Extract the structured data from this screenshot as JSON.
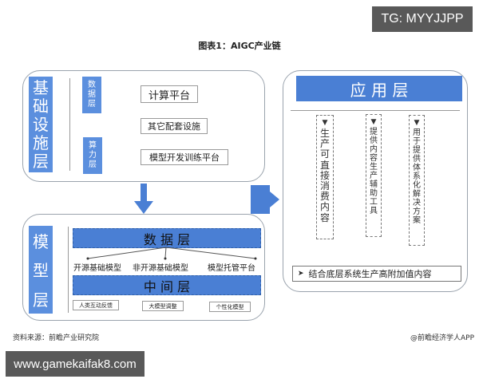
{
  "overlay": {
    "top_right_tag": "TG: MYYJJPP",
    "bottom_left_tag": "www.gamekaifak8.com"
  },
  "figure": {
    "title": "图表1：AIGC产业链",
    "source": "资料来源：前瞻产业研究院",
    "credit": "@前瞻经济学人APP"
  },
  "infrastructure": {
    "label": [
      "基",
      "础",
      "设",
      "施",
      "层"
    ],
    "sub_labels": [
      {
        "chars": [
          "数",
          "据",
          "层"
        ]
      },
      {
        "chars": [
          "算",
          "力",
          "层"
        ]
      }
    ],
    "items": [
      "计算平台",
      "其它配套设施",
      "模型开发训练平台"
    ]
  },
  "model": {
    "label": [
      "模",
      "型",
      "层"
    ],
    "data_layer": "数 据 层",
    "model_types": [
      "开源基础模型",
      "非开源基础模型",
      "模型托管平台"
    ],
    "middle_layer": "中 间 层",
    "middle_items": [
      "人类互动反馈",
      "大模型调整",
      "个性化模型"
    ]
  },
  "application": {
    "label": "应 用 层",
    "columns": [
      {
        "chev": "➤",
        "chars": [
          "生",
          "产",
          "可",
          "直",
          "接",
          "消",
          "费",
          "内",
          "容"
        ]
      },
      {
        "chev": "➤",
        "chars": [
          "提",
          "供",
          "内",
          "容",
          "生",
          "产",
          "辅",
          "助",
          "工",
          "具"
        ]
      },
      {
        "chev": "➤",
        "chars": [
          "用",
          "于",
          "提",
          "供",
          "体",
          "系",
          "化",
          "解",
          "决",
          "方",
          "案"
        ]
      }
    ],
    "bottom_note_bullet": "➤",
    "bottom_note": "结合底层系统生产高附加值内容"
  },
  "colors": {
    "accent_blue": "#4a7fd4",
    "label_blue": "#5b8fde",
    "panel_border": "#9aa3ad"
  }
}
